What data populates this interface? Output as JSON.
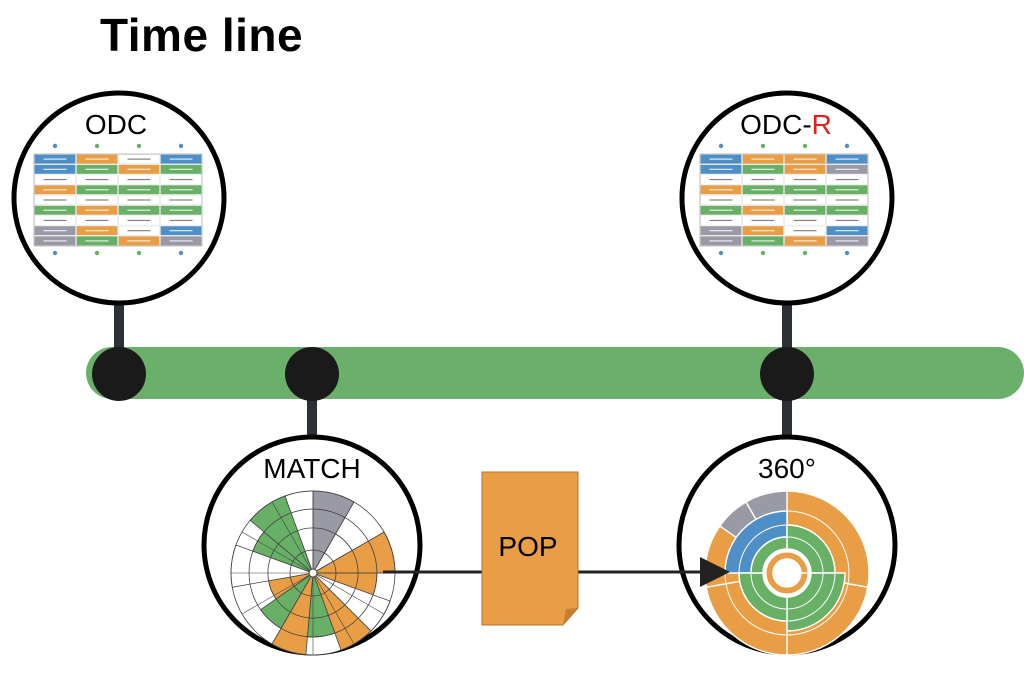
{
  "title": "Time line",
  "nodes": {
    "odc": {
      "label": "ODC"
    },
    "odcr": {
      "label_main": "ODC-",
      "label_accent": "R",
      "accent_color": "#e3201b"
    },
    "match": {
      "label": "MATCH"
    },
    "pop": {
      "label": "POP"
    },
    "three_sixty": {
      "label": "360°"
    }
  },
  "colors": {
    "timeline": "#6aaf6a",
    "node": "#1a1a1a",
    "orange": "#e99d45",
    "green": "#68b065",
    "blue": "#4f8fc8",
    "gray": "#9a9aa6",
    "arrow": "#222222"
  }
}
